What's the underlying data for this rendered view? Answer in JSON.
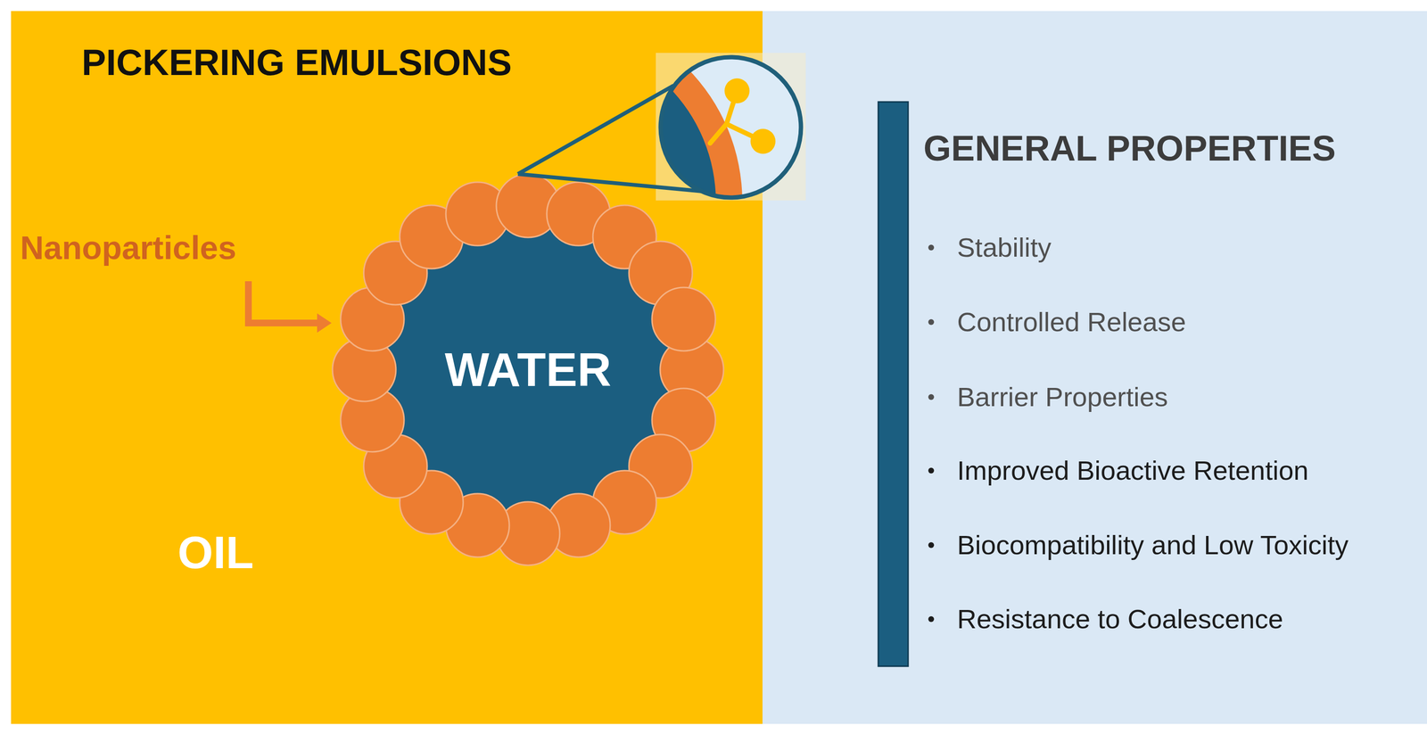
{
  "diagram": {
    "nodes": [
      {
        "text": [
          "PICKERING EMULSIONS",
          "OIL"
        ]
      },
      {
        "text": [
          "WATER"
        ],
        "in": 0
      },
      {
        "text": [
          "GENERAL PROPERTIES",
          "Stability",
          "Controlled Release",
          "Barrier Properties",
          "Improved Bioactive Retention",
          "Biocompatibility and Low Toxicity",
          "Resistance to Coalescence"
        ]
      }
    ],
    "labels": [
      "Nanoparticles"
    ]
  }
}
